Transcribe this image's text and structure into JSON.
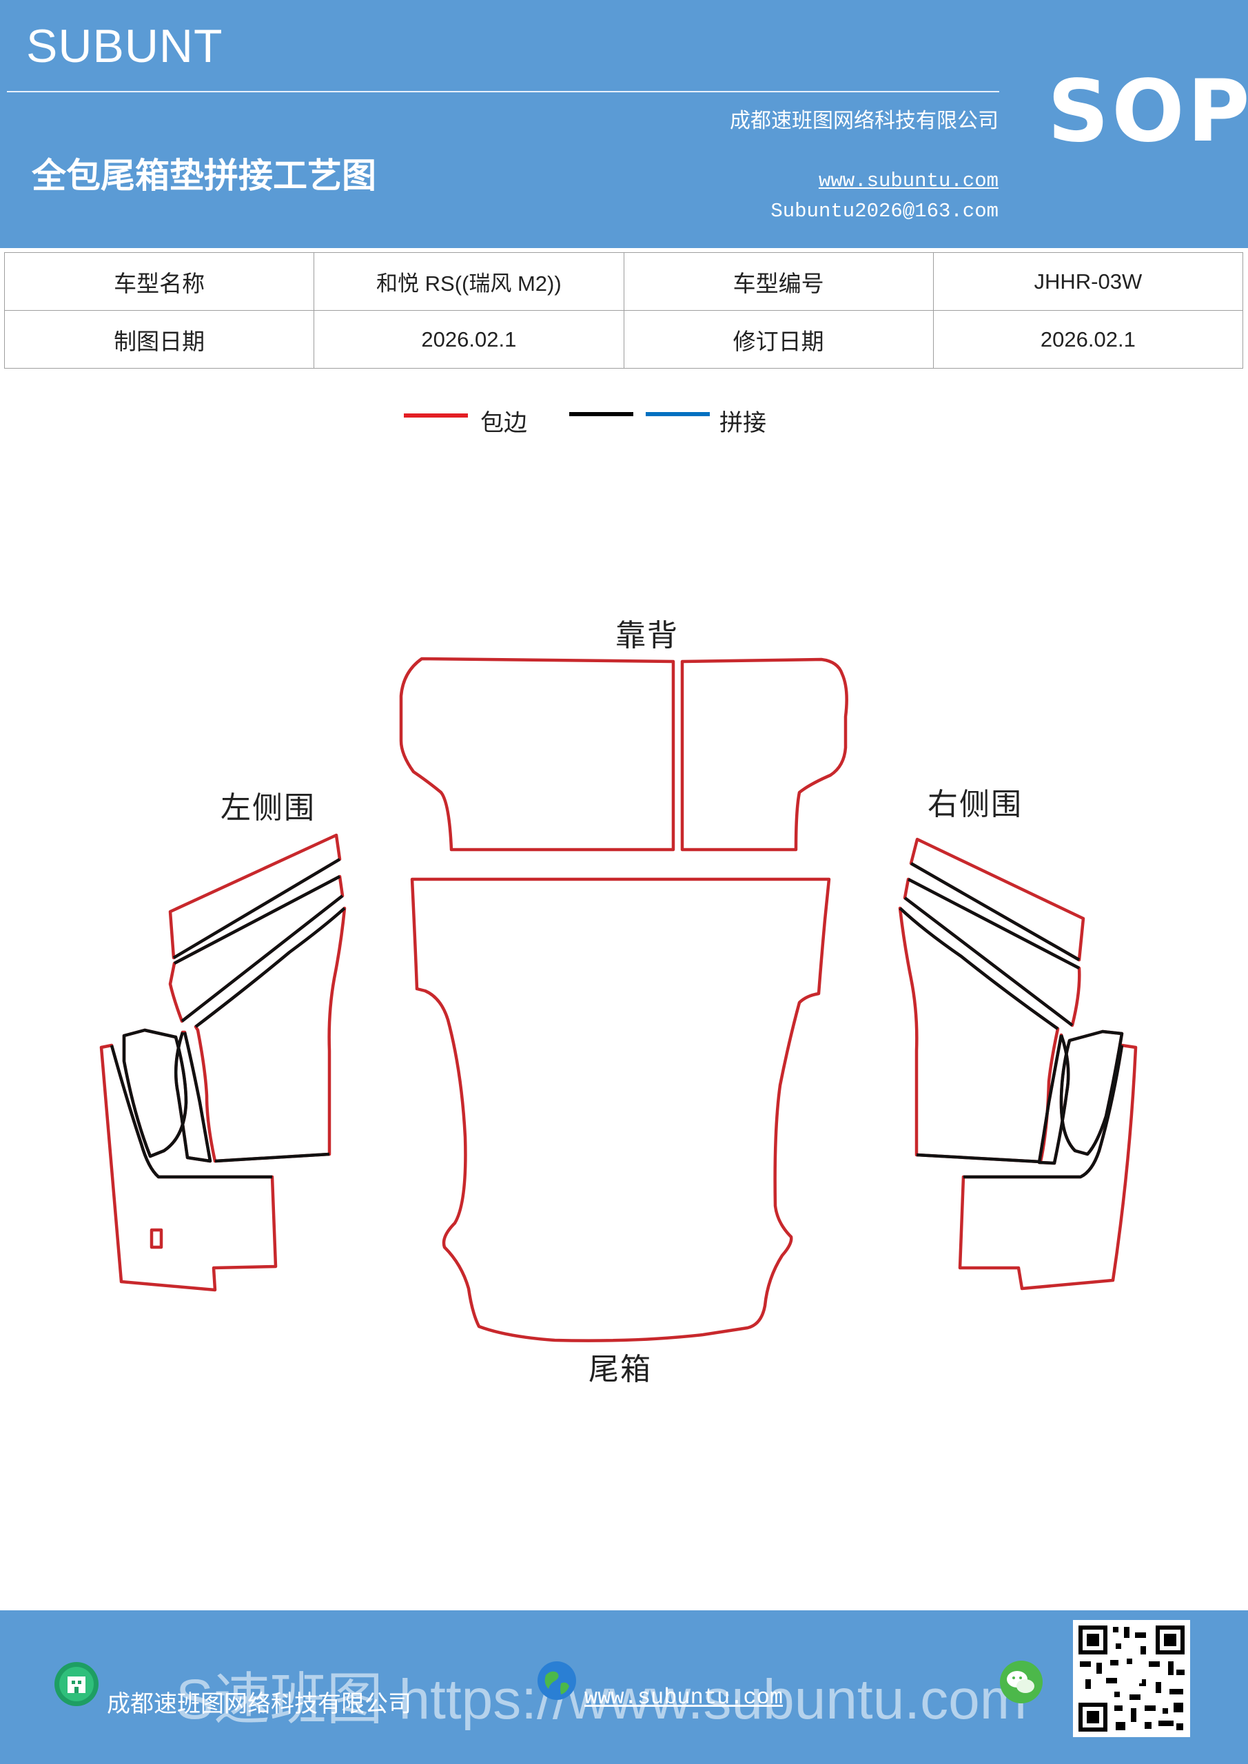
{
  "header": {
    "brand": "SUBUNT",
    "doc_title": "全包尾箱垫拼接工艺图",
    "company": "成都速班图网络科技有限公司",
    "website": "www.subuntu.com",
    "email": "Subuntu2026@163.com",
    "badge": "SOP",
    "background_color": "#5b9bd5"
  },
  "info_table": {
    "model_name_label": "车型名称",
    "model_name_value": "和悦 RS((瑞风 M2))",
    "model_code_label": "车型编号",
    "model_code_value": "JHHR-03W",
    "drawing_date_label": "制图日期",
    "drawing_date_value": "2026.02.1",
    "revision_date_label": "修订日期",
    "revision_date_value": "2026.02.1"
  },
  "legend": {
    "edge_label": "包边",
    "edge_color": "#e31e24",
    "join_label": "拼接",
    "join_colors": [
      "#000000",
      "#0070c0"
    ]
  },
  "diagram": {
    "backrest_label": "靠背",
    "left_side_label": "左侧围",
    "right_side_label": "右侧围",
    "trunk_label": "尾箱",
    "outline_color": "#c8282c",
    "seam_color": "#111111"
  },
  "footer": {
    "company": "成都速班图网络科技有限公司",
    "website": "www.subuntu.com",
    "watermark": "S速班图 https://www.subuntu.com",
    "icons": [
      "building-icon",
      "globe-icon",
      "wechat-icon",
      "qr-code-icon"
    ]
  }
}
